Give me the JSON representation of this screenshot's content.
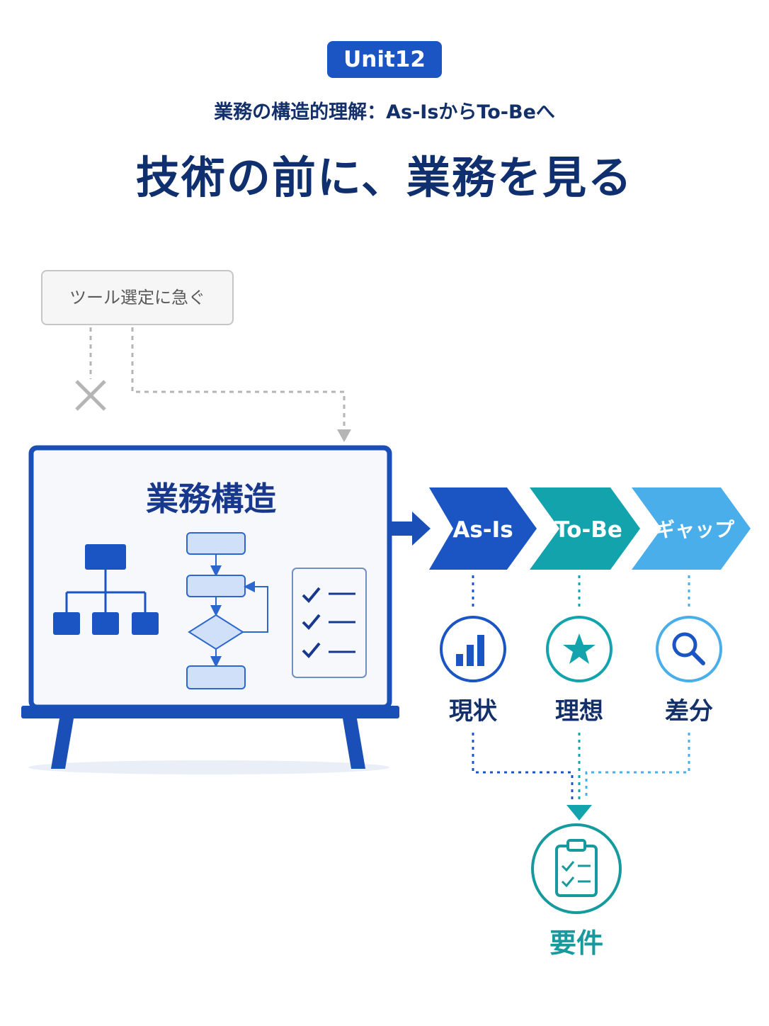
{
  "header": {
    "unit_badge": "Unit12",
    "subtitle": "業務の構造的理解：As-IsからTo-Beへ",
    "title": "技術の前に、業務を見る"
  },
  "rejected_path": {
    "label": "ツール選定に急ぐ"
  },
  "board": {
    "title": "業務構造",
    "icons": [
      "org-chart-icon",
      "flowchart-icon",
      "checklist-icon"
    ]
  },
  "steps": [
    {
      "label": "As-Is",
      "meaning": "現状",
      "icon": "bar-chart-icon",
      "color": "#1b55c4"
    },
    {
      "label": "To-Be",
      "meaning": "理想",
      "icon": "star-icon",
      "color": "#13a3ad"
    },
    {
      "label": "ギャップ",
      "meaning": "差分",
      "icon": "magnifier-icon",
      "color": "#4aaeea"
    }
  ],
  "result": {
    "label": "要件",
    "icon": "clipboard-checklist-icon",
    "color": "#169a9e"
  },
  "colors": {
    "navy": "#13306b",
    "primary_blue": "#1b55c4",
    "teal": "#13a3ad",
    "sky": "#4aaeea",
    "gray": "#b5b5b5"
  }
}
